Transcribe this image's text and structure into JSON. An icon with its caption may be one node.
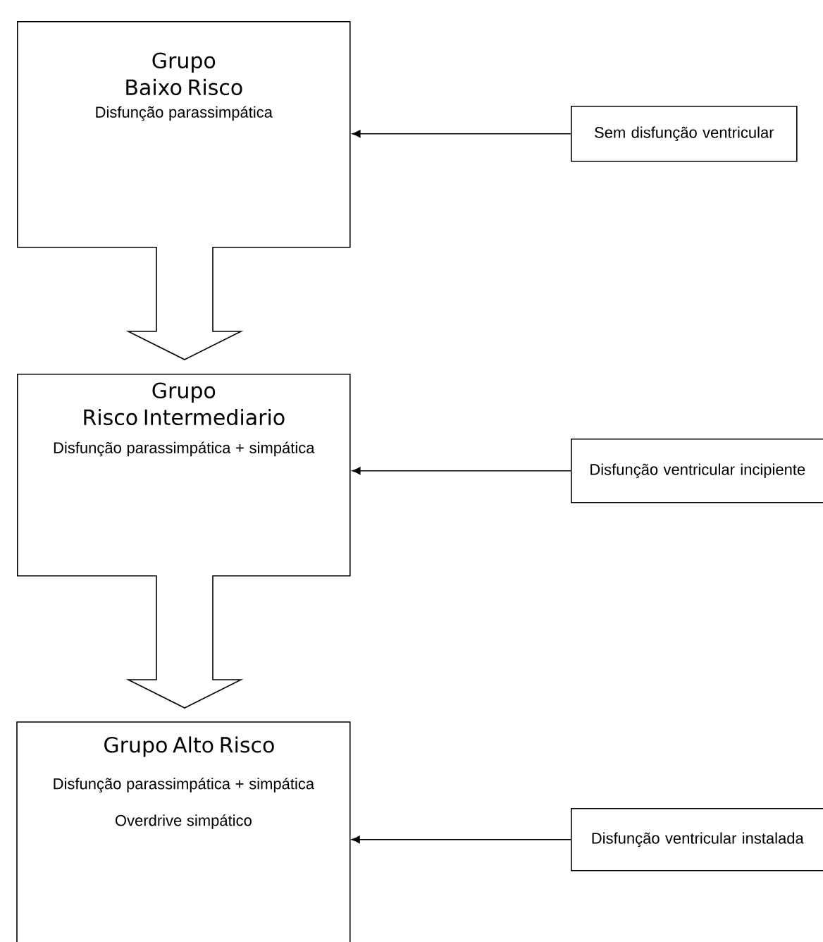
{
  "diagram": {
    "nodes": [
      {
        "text": [
          "Grupo Baixo Risco",
          "Disfunção parassimpática"
        ]
      },
      {
        "text": [
          "Sem disfunção ventricular"
        ]
      },
      {
        "text": [
          "Grupo Risco Intermediario",
          "Disfunção parassimpática + simpática"
        ]
      },
      {
        "text": [
          "Disfunção ventricular incipiente"
        ]
      },
      {
        "text": [
          "Grupo Alto Risco",
          "Disfunção parassimpática + simpática",
          "Overdrive simpático"
        ]
      },
      {
        "text": [
          "Disfunção ventricular instalada"
        ]
      }
    ],
    "edges": [
      {
        "from": 1,
        "to": 0,
        "arrow": "to"
      },
      {
        "from": 0,
        "to": 2,
        "arrow": "to",
        "style": "thick"
      },
      {
        "from": 3,
        "to": 2,
        "arrow": "to"
      },
      {
        "from": 2,
        "to": 4,
        "arrow": "to",
        "style": "thick"
      },
      {
        "from": 5,
        "to": 4,
        "arrow": "to"
      }
    ]
  }
}
